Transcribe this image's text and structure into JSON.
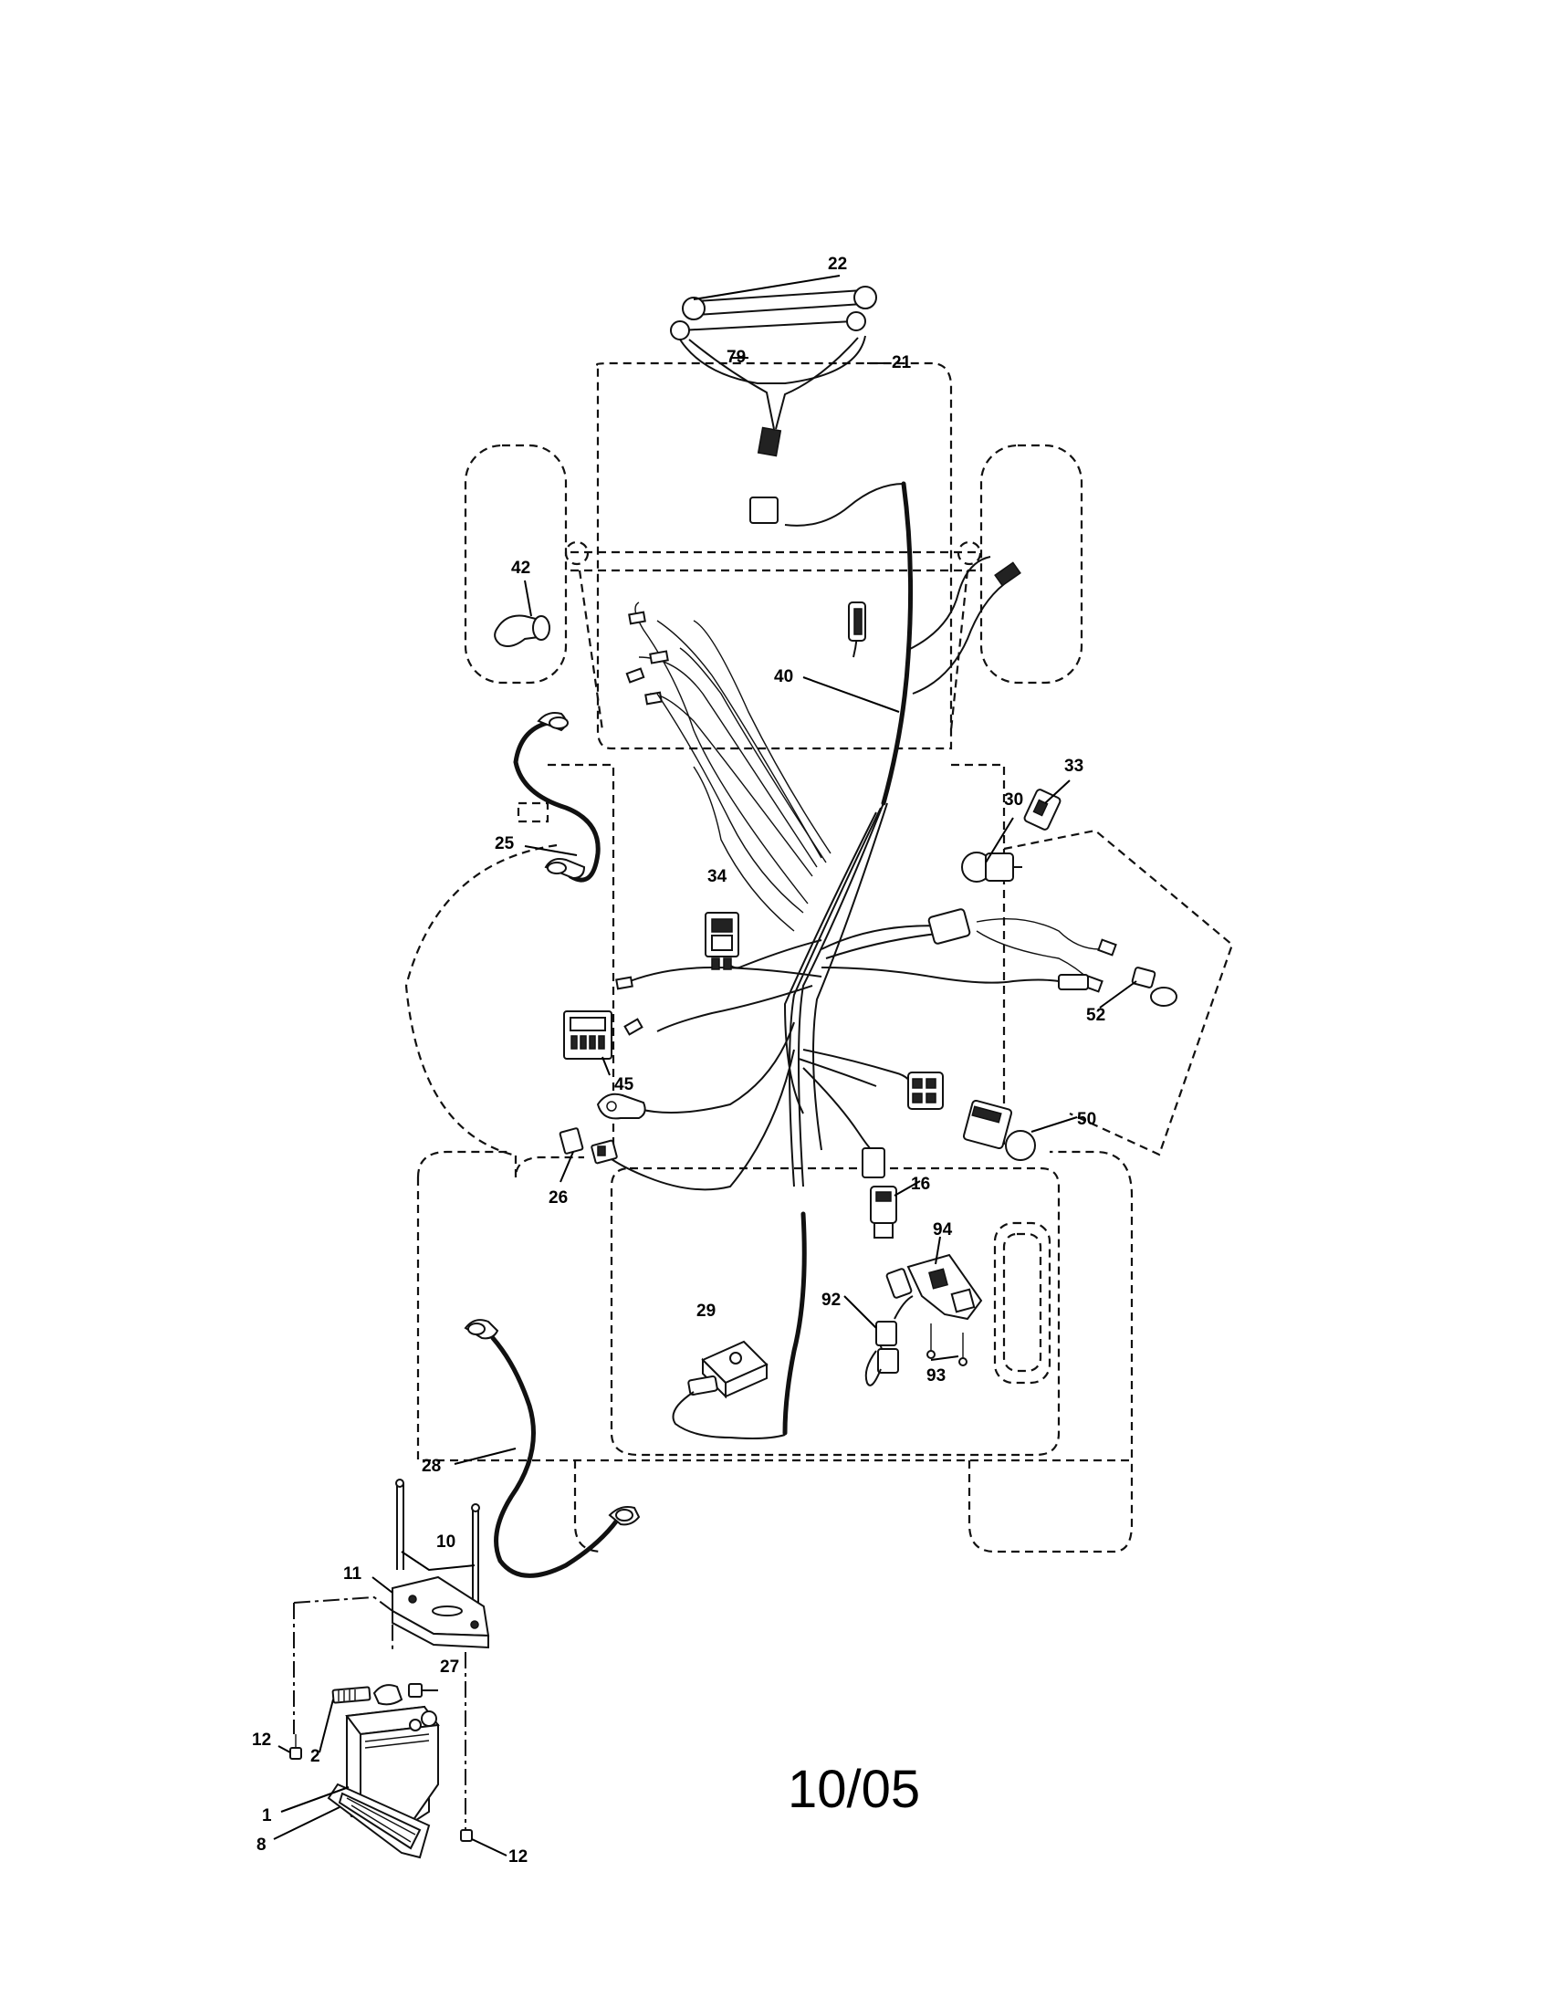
{
  "callouts": [
    {
      "id": "c22",
      "label": "22"
    },
    {
      "id": "c79",
      "label": "79"
    },
    {
      "id": "c21",
      "label": "21"
    },
    {
      "id": "c42",
      "label": "42"
    },
    {
      "id": "c40",
      "label": "40"
    },
    {
      "id": "c33",
      "label": "33"
    },
    {
      "id": "c30",
      "label": "30"
    },
    {
      "id": "c25",
      "label": "25"
    },
    {
      "id": "c34",
      "label": "34"
    },
    {
      "id": "c52",
      "label": "52"
    },
    {
      "id": "c45",
      "label": "45"
    },
    {
      "id": "c50",
      "label": "50"
    },
    {
      "id": "c26",
      "label": "26"
    },
    {
      "id": "c16",
      "label": "16"
    },
    {
      "id": "c94",
      "label": "94"
    },
    {
      "id": "c29",
      "label": "29"
    },
    {
      "id": "c92",
      "label": "92"
    },
    {
      "id": "c93",
      "label": "93"
    },
    {
      "id": "c28",
      "label": "28"
    },
    {
      "id": "c10",
      "label": "10"
    },
    {
      "id": "c11",
      "label": "11"
    },
    {
      "id": "c27",
      "label": "27"
    },
    {
      "id": "c12a",
      "label": "12"
    },
    {
      "id": "c2",
      "label": "2"
    },
    {
      "id": "c1",
      "label": "1"
    },
    {
      "id": "c8",
      "label": "8"
    },
    {
      "id": "c12b",
      "label": "12"
    }
  ],
  "date_code": "10/05"
}
